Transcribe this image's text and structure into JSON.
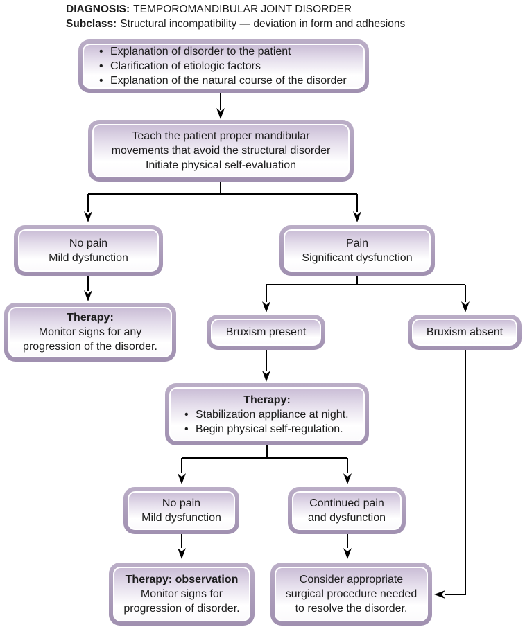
{
  "header": {
    "diagnosis_label": "DIAGNOSIS:",
    "diagnosis_value": "TEMPOROMANDIBULAR JOINT DISORDER",
    "subclass_label": "Subclass:",
    "subclass_value": "Structural incompatibility — deviation in form and adhesions"
  },
  "flowchart": {
    "nodes": {
      "patient_education": {
        "bullets": [
          "Explanation of disorder to the patient",
          "Clarification of etiologic factors",
          "Explanation of the natural course of the disorder"
        ]
      },
      "teach_movements": {
        "lines": [
          "Teach the patient proper mandibular",
          "movements that avoid the structural disorder",
          "Initiate physical self-evaluation"
        ]
      },
      "no_pain_mild_1": {
        "lines": [
          "No pain",
          "Mild dysfunction"
        ]
      },
      "pain_significant": {
        "lines": [
          "Pain",
          "Significant dysfunction"
        ]
      },
      "therapy_monitor": {
        "title": "Therapy:",
        "lines": [
          "Monitor signs for any",
          "progression of the disorder."
        ]
      },
      "bruxism_present": {
        "label": "Bruxism present"
      },
      "bruxism_absent": {
        "label": "Bruxism absent"
      },
      "therapy_stabilization": {
        "title": "Therapy:",
        "bullets": [
          "Stabilization appliance at night.",
          "Begin physical self-regulation."
        ]
      },
      "no_pain_mild_2": {
        "lines": [
          "No pain",
          "Mild dysfunction"
        ]
      },
      "continued_pain": {
        "lines": [
          "Continued pain",
          "and dysfunction"
        ]
      },
      "therapy_observation": {
        "title": "Therapy: observation",
        "lines": [
          "Monitor signs for",
          "progression of disorder."
        ]
      },
      "surgical_consideration": {
        "lines": [
          "Consider appropriate",
          "surgical procedure needed",
          "to resolve the disorder."
        ]
      }
    },
    "colors": {
      "box_ring": "#a99bb8",
      "box_fill_top": "#cabdd6",
      "box_fill_bottom": "#ffffff",
      "inner_stroke": "#ffffff",
      "connector": "#000000",
      "text": "#1c1c1c"
    }
  }
}
